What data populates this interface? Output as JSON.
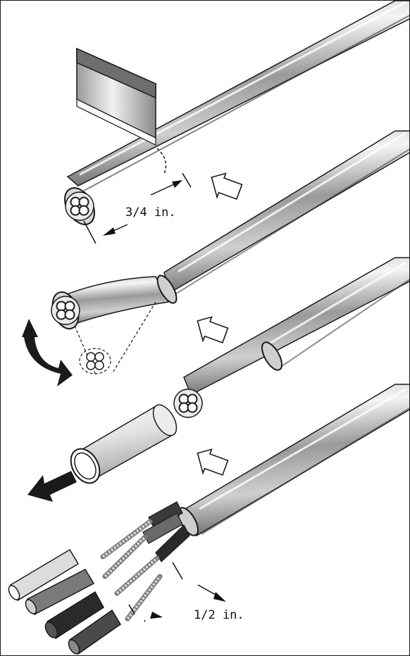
{
  "labels": {
    "strip_length": "3/4 in.",
    "core_strip_length": "1/2 in."
  },
  "step_arrows": [
    "step-1-arrow",
    "step-2-arrow",
    "step-3-arrow"
  ],
  "colors": {
    "outline": "#1a1a1a",
    "sheath_light": "#e6e6e6",
    "sheath_dark": "#555555",
    "tube_light": "#f2f2f2",
    "insulation_light": "#dcdcdc",
    "insulation_mid": "#6a6a6a",
    "insulation_dark": "#2a2a2a",
    "copper_wire": "#bdbdbd"
  },
  "icons": [
    "utility-blade-icon",
    "rotate-curved-arrow-icon",
    "pull-left-arrow-icon",
    "next-step-arrow-icon"
  ]
}
